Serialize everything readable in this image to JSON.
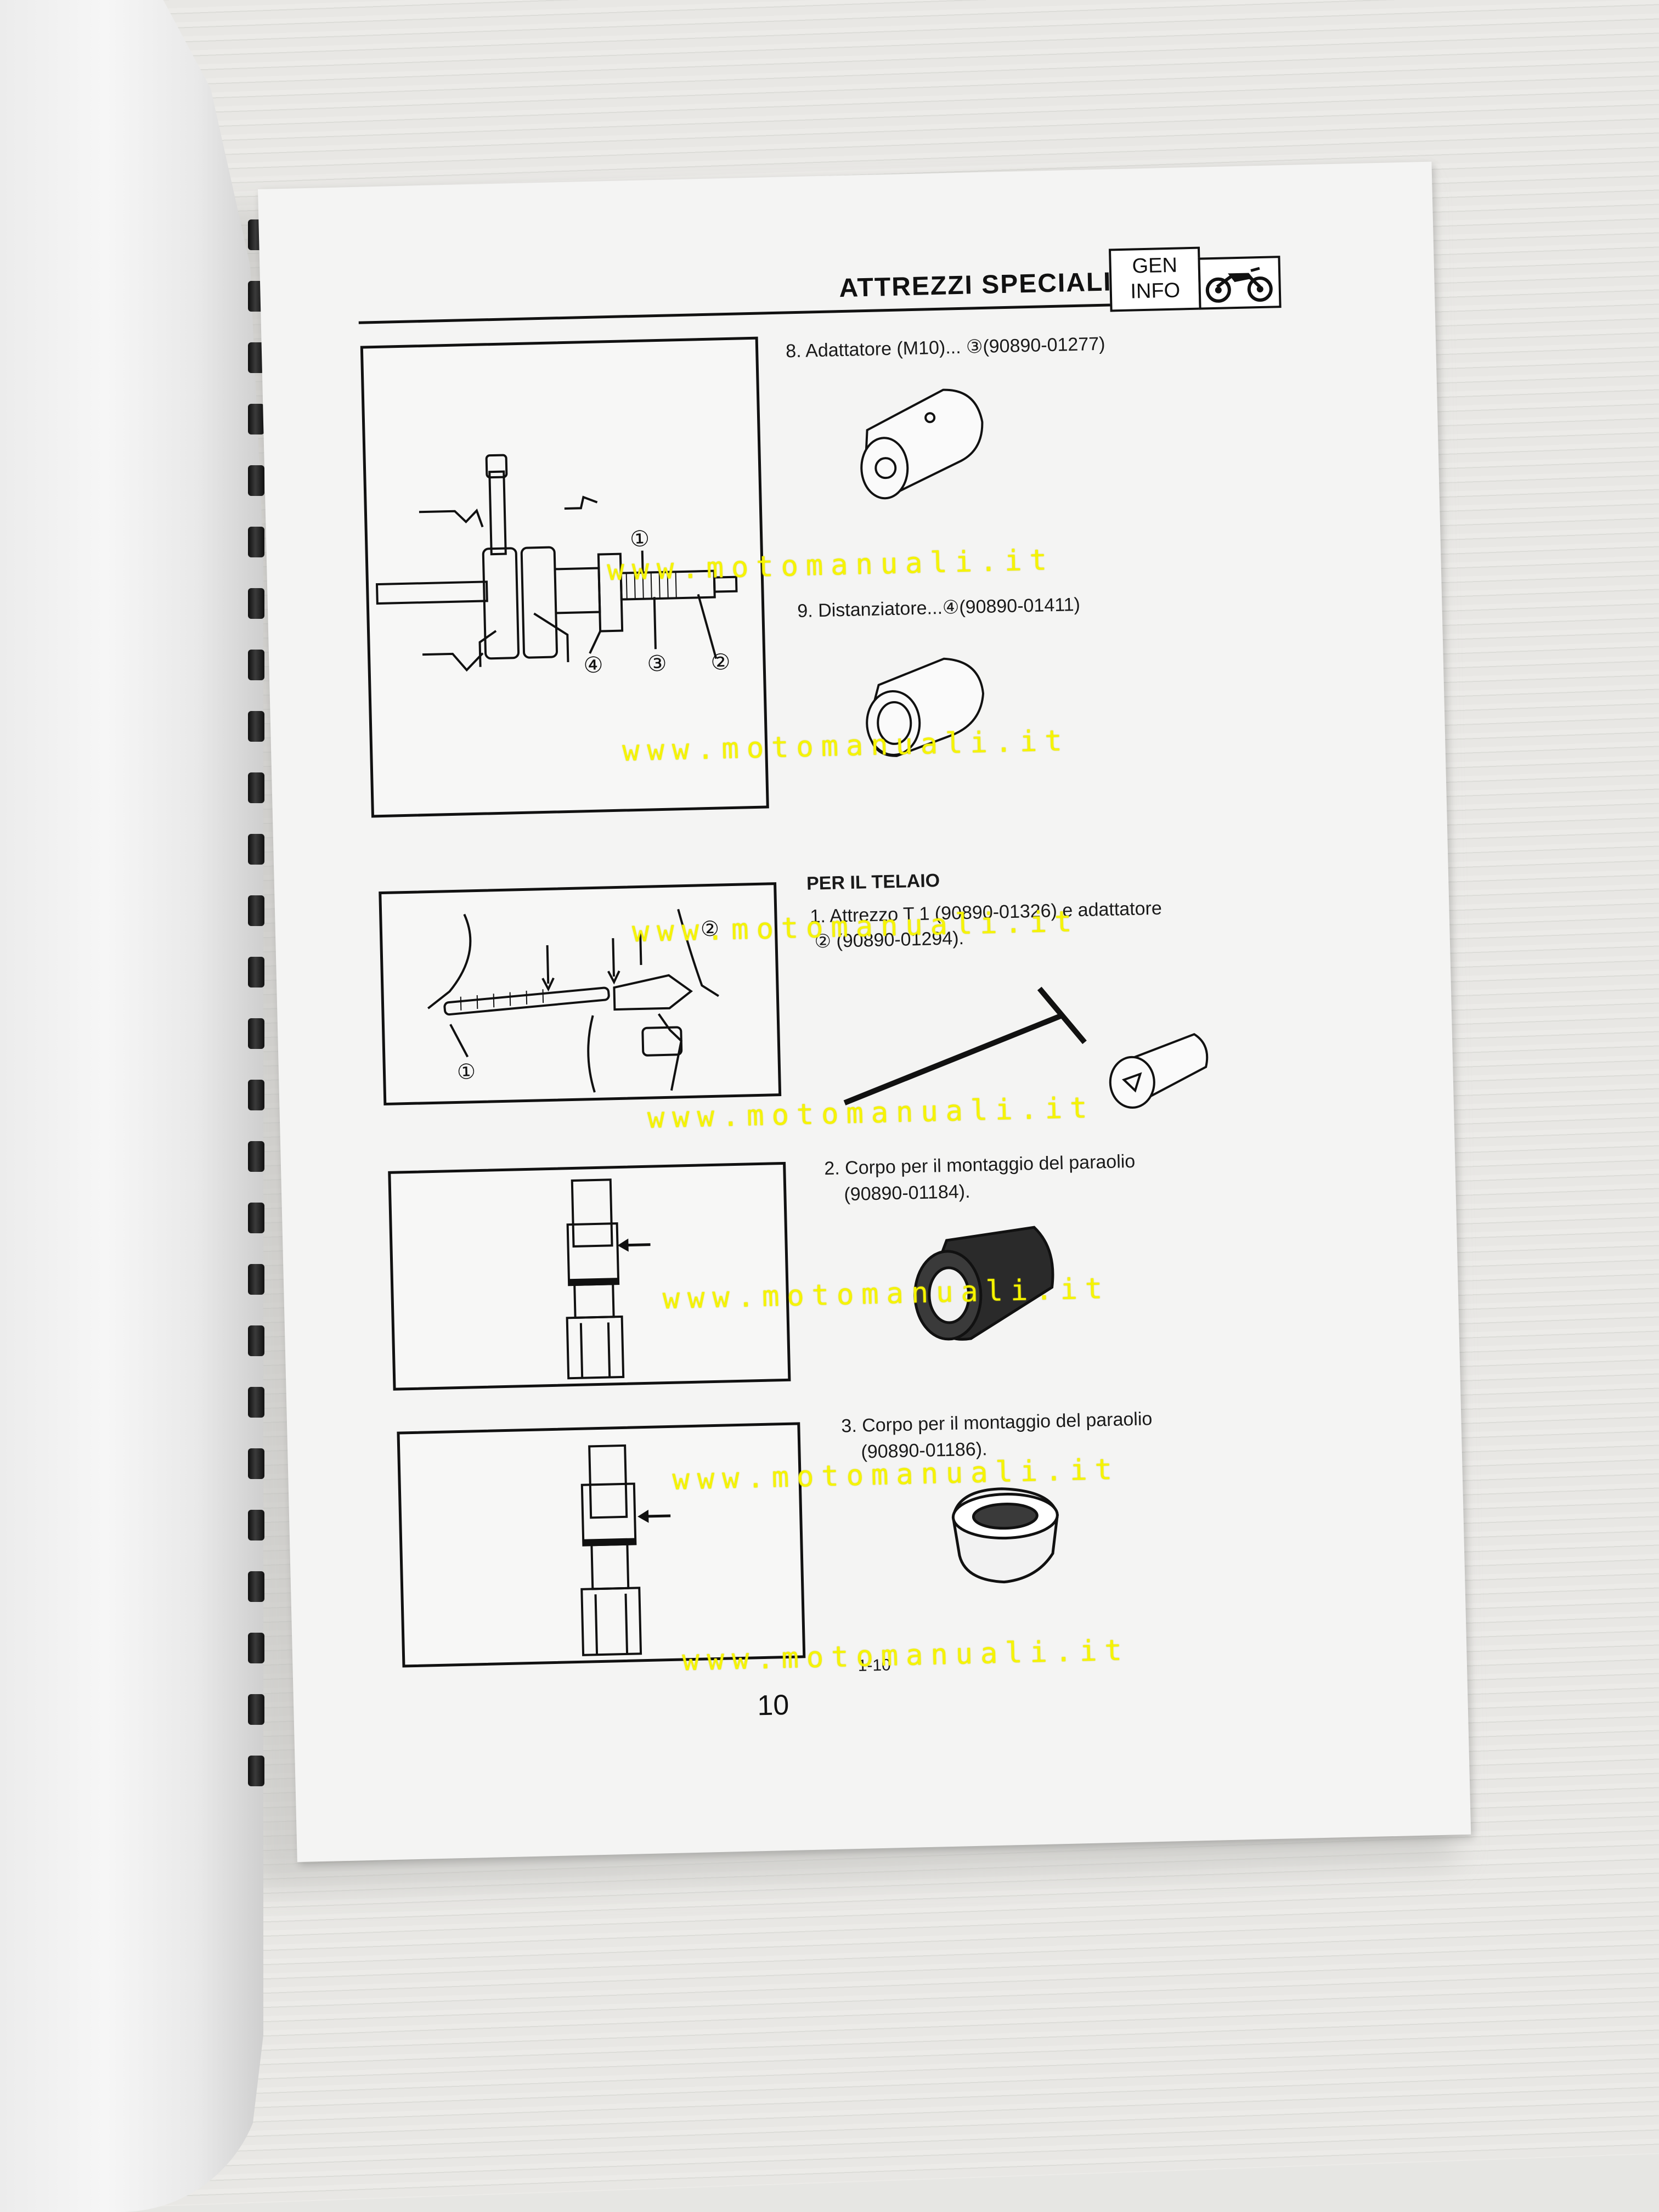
{
  "header": {
    "title": "ATTREZZI SPECIALI",
    "gen": "GEN",
    "info": "INFO",
    "icon": "motorcycle-icon"
  },
  "items": {
    "item8": "8. Adattatore (M10)... ③(90890-01277)",
    "item9": "9. Distanziatore...④(90890-01411)",
    "section_frame": "PER IL TELAIO",
    "t1_line1": "1. Attrezzo T  1  (90890-01326) e adattatore",
    "t1_line2": "② (90890-01294).",
    "t2_line1": "2. Corpo per il montaggio del paraolio",
    "t2_line2": "(90890-01184).",
    "t3_line1": "3. Corpo per il montaggio del paraolio",
    "t3_line2": "(90890-01186)."
  },
  "callouts": {
    "c1": "①",
    "c2": "②",
    "c3": "③",
    "c4": "④"
  },
  "footer": {
    "small": "1-10",
    "page_number": "10"
  },
  "watermark": "www.motomanuali.it"
}
